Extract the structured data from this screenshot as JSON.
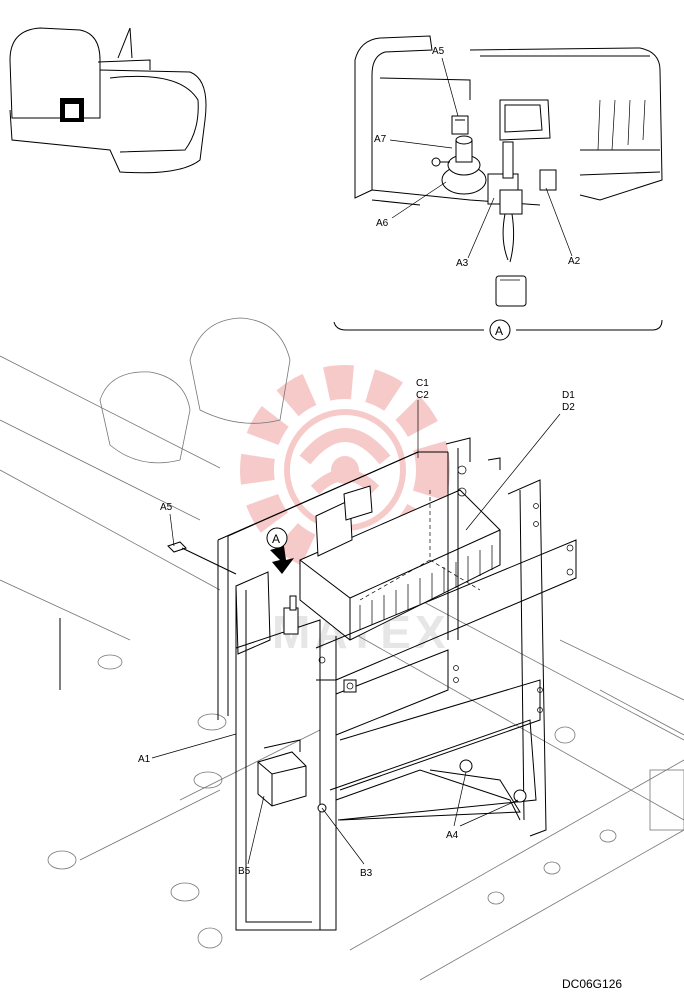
{
  "callouts": {
    "detail_marker": "A",
    "detail_marker_main": "A",
    "a5_top": "A5",
    "a7": "A7",
    "a6": "A6",
    "a3": "A3",
    "a2": "A2",
    "c1": "C1",
    "c2": "C2",
    "d1": "D1",
    "d2": "D2",
    "a5_main": "A5",
    "a1": "A1",
    "b5": "B5",
    "b3": "B3",
    "a4": "A4"
  },
  "drawing_code": "DC06G126",
  "watermark": {
    "text": "MATEX",
    "color": "#f2a0a0"
  }
}
